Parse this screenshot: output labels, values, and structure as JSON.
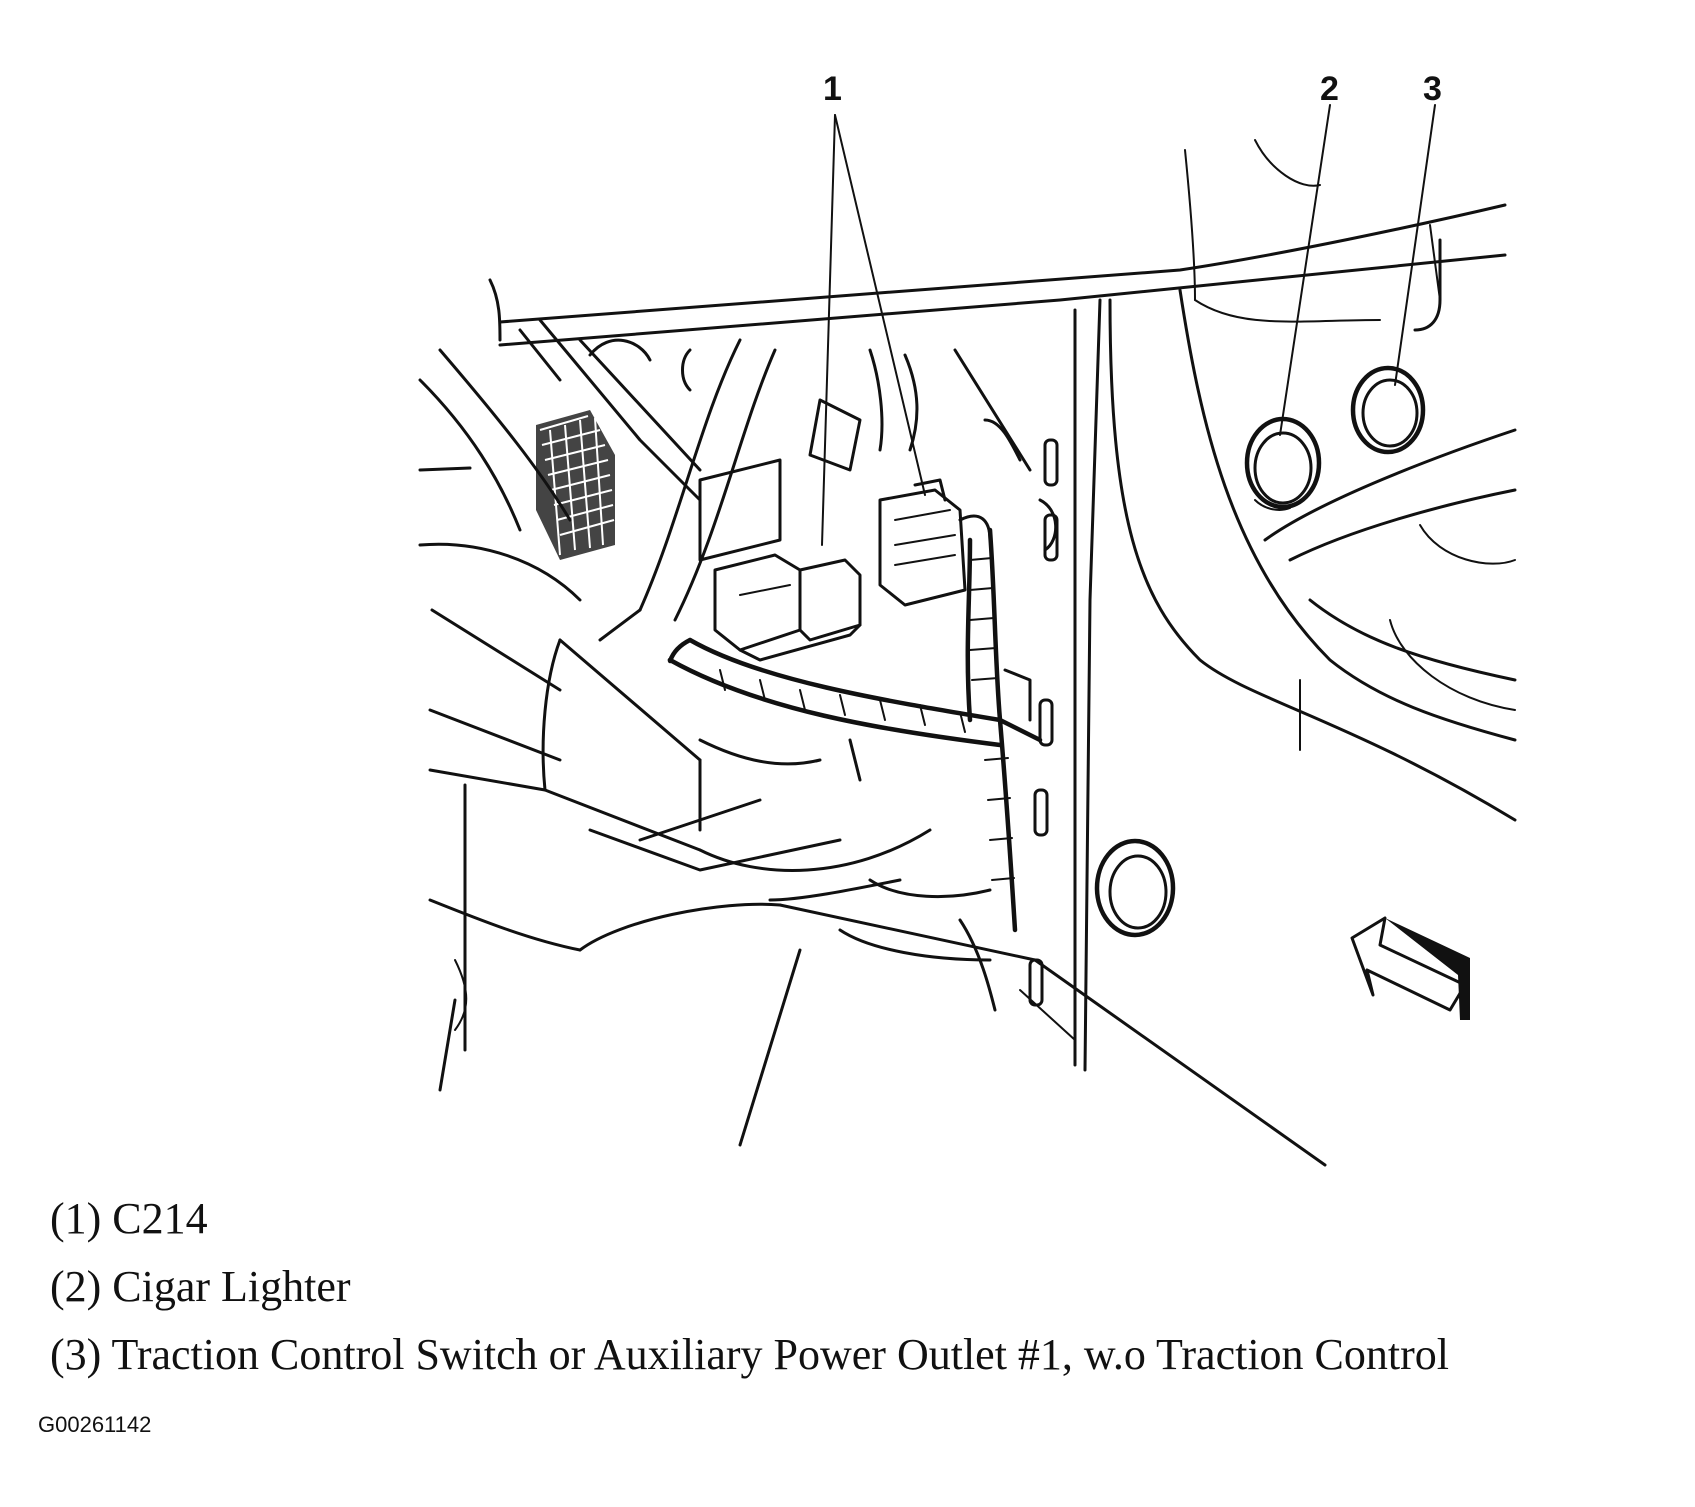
{
  "callouts": [
    {
      "number": "1"
    },
    {
      "number": "2"
    },
    {
      "number": "3"
    }
  ],
  "legend": [
    {
      "text": "(1) C214"
    },
    {
      "text": "(2) Cigar Lighter"
    },
    {
      "text": "(3) Traction Control Switch or Auxiliary Power Outlet #1, w.o Traction Control"
    }
  ],
  "figure_id": "G00261142"
}
